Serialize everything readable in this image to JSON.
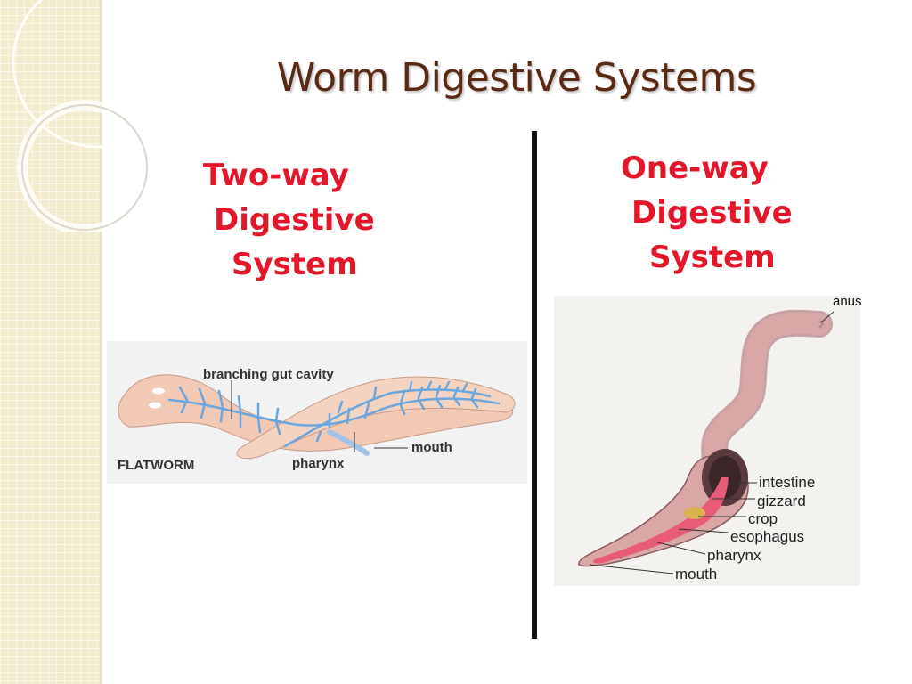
{
  "slide": {
    "title": "Worm Digestive Systems"
  },
  "left": {
    "heading_lines": [
      "Two-way",
      "Digestive",
      "System"
    ],
    "figure": {
      "labels": {
        "gut": "branching gut cavity",
        "mouth": "mouth",
        "pharynx": "pharynx",
        "name": "FLATWORM"
      }
    }
  },
  "right": {
    "heading_lines": [
      "One-way",
      "Digestive",
      "System"
    ],
    "figure": {
      "anus": "anus",
      "labels": [
        "intestine",
        "gizzard",
        "crop",
        "esophagus",
        "pharynx",
        "mouth"
      ]
    }
  },
  "colors": {
    "title": "#5a2a14",
    "heading": "#e4162a",
    "worm_body": "#d9a8a6",
    "gut": "#e85c78",
    "flatworm_body": "#f1c9b4",
    "flatworm_gut": "#6aa6df"
  }
}
